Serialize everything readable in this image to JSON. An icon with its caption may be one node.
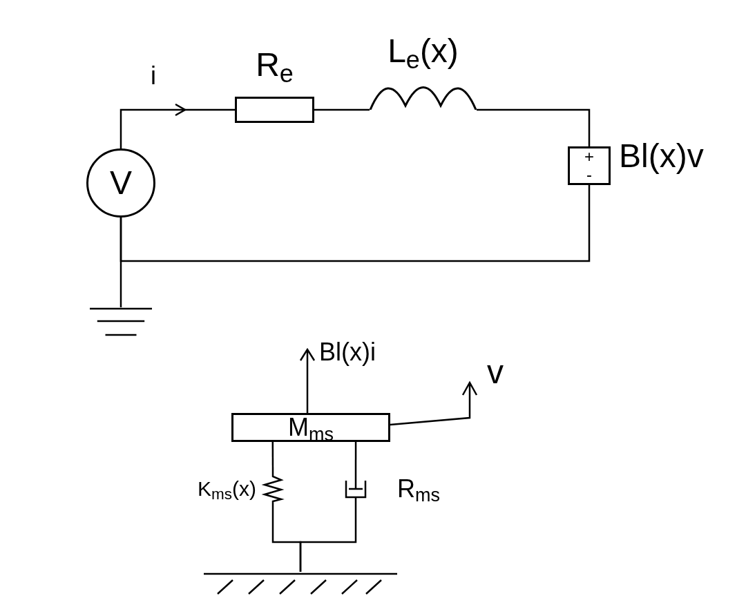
{
  "diagram": {
    "nodes": [
      {
        "text": [
          "V"
        ]
      },
      {
        "text": [
          "R$_{e}$"
        ]
      },
      {
        "text": [
          "L$_{e}$(x)"
        ]
      },
      {
        "text": [
          "+",
          "-"
        ],
        "beside": [
          "Bl(x)v"
        ]
      },
      {
        "text": [],
        "shape": "ground"
      },
      {
        "text": [
          "M$_{ms}$"
        ]
      },
      {
        "text": [
          "K$_{ms}$(x)"
        ]
      },
      {
        "text": [
          "R$_{ms}$"
        ]
      },
      {
        "text": [],
        "shape": "ground"
      }
    ],
    "edges": [
      {
        "from": 0,
        "to": 1,
        "arrow": "to",
        "label": "i"
      },
      {
        "from": 1,
        "to": 2,
        "arrow": "none"
      },
      {
        "from": 2,
        "to": 3,
        "arrow": "none"
      },
      {
        "from": 3,
        "to": 0,
        "arrow": "none"
      },
      {
        "from": 0,
        "to": 4,
        "arrow": "none"
      },
      {
        "from": 5,
        "to": 6,
        "arrow": "none"
      },
      {
        "from": 5,
        "to": 7,
        "arrow": "none"
      },
      {
        "from": 6,
        "to": 8,
        "arrow": "none"
      },
      {
        "from": 7,
        "to": 8,
        "arrow": "none"
      }
    ],
    "labels": [
      "Bl(x)i",
      "v"
    ]
  }
}
